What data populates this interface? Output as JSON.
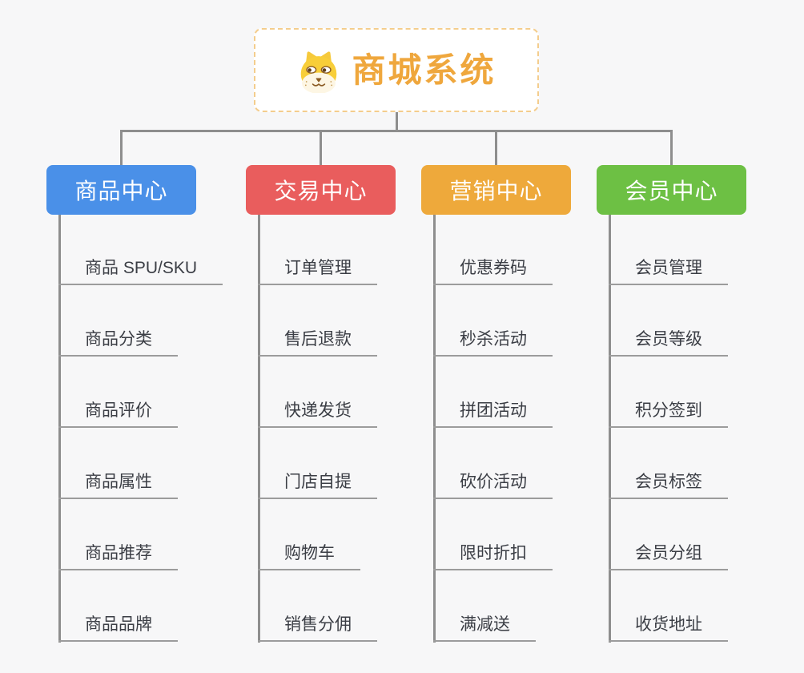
{
  "root": {
    "title": "商城系统",
    "icon": "dog-face"
  },
  "branches": [
    {
      "label": "商品中心",
      "color": "#4a90e8",
      "items": [
        "商品 SPU/SKU",
        "商品分类",
        "商品评价",
        "商品属性",
        "商品推荐",
        "商品品牌"
      ]
    },
    {
      "label": "交易中心",
      "color": "#e95d5d",
      "items": [
        "订单管理",
        "售后退款",
        "快递发货",
        "门店自提",
        "购物车",
        "销售分佣"
      ]
    },
    {
      "label": "营销中心",
      "color": "#eea93b",
      "items": [
        "优惠券码",
        "秒杀活动",
        "拼团活动",
        "砍价活动",
        "限时折扣",
        "满减送"
      ]
    },
    {
      "label": "会员中心",
      "color": "#6dc044",
      "items": [
        "会员管理",
        "会员等级",
        "积分签到",
        "会员标签",
        "会员分组",
        "收货地址"
      ]
    }
  ],
  "colors": {
    "background": "#f7f7f8",
    "connector": "#8e8e8e",
    "underline": "#9c9c9c",
    "item_text": "#3b3e45",
    "root_text": "#efa73d",
    "root_border": "#f4cd8d",
    "node_text": "#ffffff"
  }
}
